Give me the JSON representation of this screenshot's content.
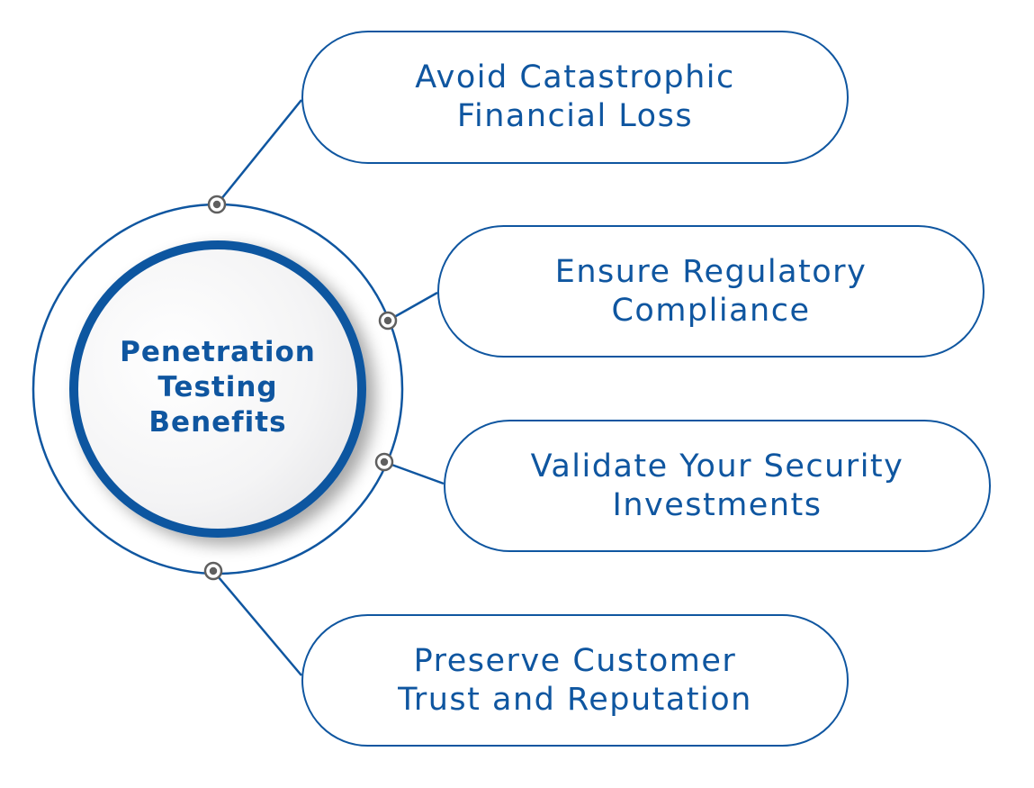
{
  "diagram": {
    "title": "Penetration Testing Benefits",
    "title_lines": [
      "Penetration",
      "Testing",
      "Benefits"
    ],
    "colors": {
      "primary": "#0f56a0",
      "node_ring": "#5f5f5f",
      "node_fill": "#ffffff",
      "center_fill": "#f3f3f4",
      "background": "#ffffff"
    },
    "benefits": [
      {
        "label": "Avoid Catastrophic Financial Loss",
        "lines": [
          "Avoid Catastrophic",
          "Financial Loss"
        ]
      },
      {
        "label": "Ensure Regulatory Compliance",
        "lines": [
          "Ensure Regulatory",
          "Compliance"
        ]
      },
      {
        "label": "Validate Your Security Investments",
        "lines": [
          "Validate Your Security",
          "Investments"
        ]
      },
      {
        "label": "Preserve Customer Trust and Reputation",
        "lines": [
          "Preserve Customer",
          "Trust and Reputation"
        ]
      }
    ]
  }
}
